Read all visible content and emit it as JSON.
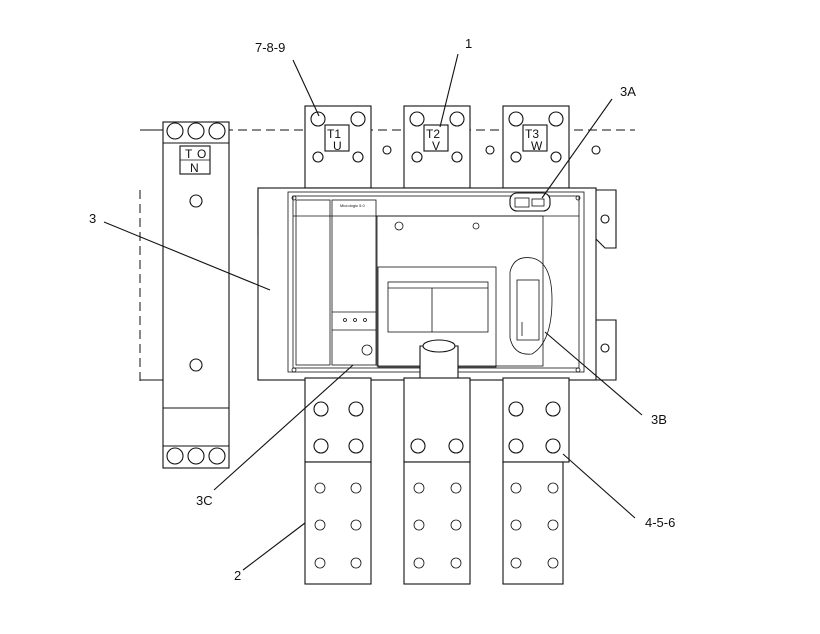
{
  "callouts": {
    "c789": "7-8-9",
    "c1": "1",
    "c3a": "3A",
    "c3": "3",
    "c3b": "3B",
    "c3c": "3C",
    "c456": "4-5-6",
    "c2": "2"
  },
  "neutral_terminal": {
    "top": "T",
    "top_sub": "O",
    "bottom": "N"
  },
  "phase_terminals": [
    {
      "label": "T1",
      "sub": "U"
    },
    {
      "label": "T2",
      "sub": "V"
    },
    {
      "label": "T3",
      "sub": "W"
    }
  ],
  "trip_unit_text": "Micrologic 5.0",
  "colors": {
    "line": "#111111",
    "background": "#ffffff"
  }
}
